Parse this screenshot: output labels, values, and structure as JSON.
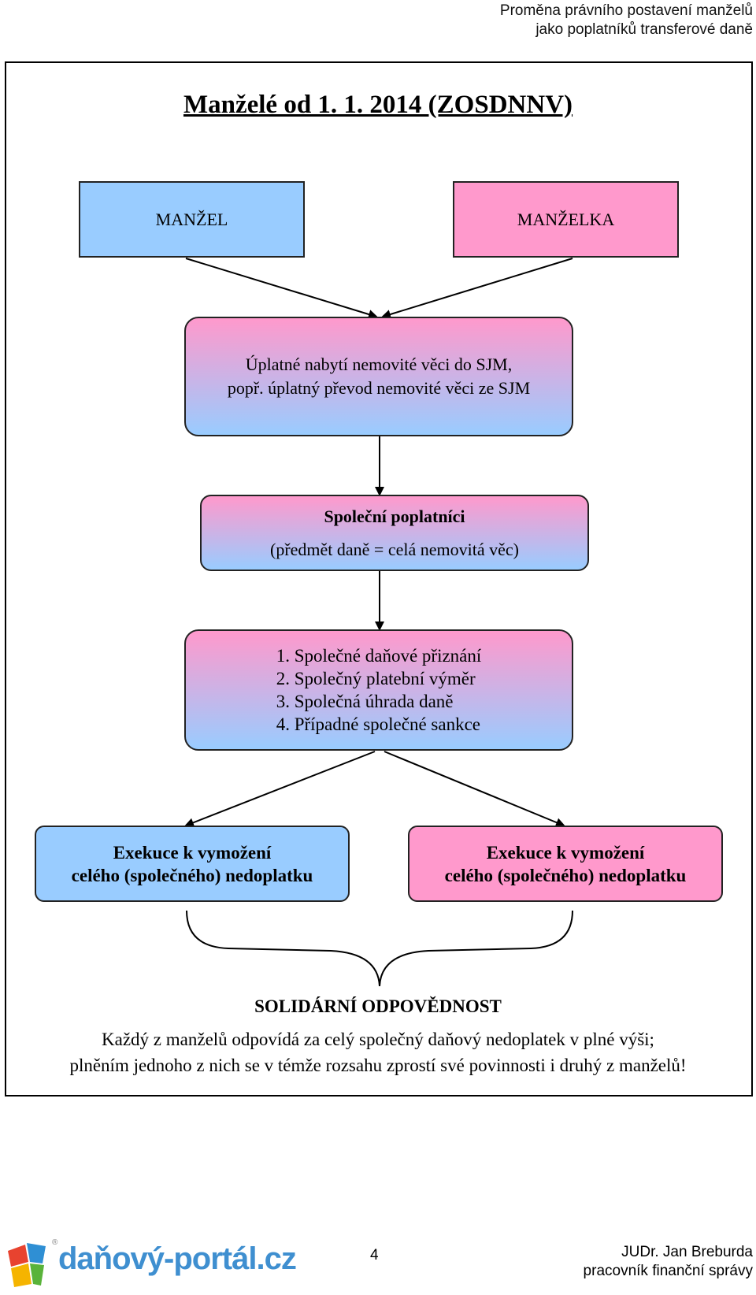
{
  "header": {
    "line1": "Proměna právního postavení manželů",
    "line2": "jako poplatníků transferové daně"
  },
  "title": "Manželé od 1. 1. 2014 (ZOSDNNV)",
  "boxes": {
    "husband": "MANŽEL",
    "wife": "MANŽELKA",
    "acquisition": {
      "line1": "Úplatné nabytí nemovité věci do SJM,",
      "line2": "popř. úplatný převod nemovité věci ze SJM"
    },
    "co_payers": {
      "title": "Společní poplatníci",
      "subtitle": "(předmět daně = celá nemovitá věc)"
    },
    "obligations": [
      "1. Společné daňové přiznání",
      "2. Společný platební výměr",
      "3. Společná úhrada daně",
      "4. Případné společné sankce"
    ],
    "execution_left": {
      "line1": "Exekuce k vymožení",
      "line2": "celého (společného) nedoplatku"
    },
    "execution_right": {
      "line1": "Exekuce k vymožení",
      "line2": "celého (společného) nedoplatku"
    }
  },
  "solidarity": {
    "title": "SOLIDÁRNÍ ODPOVĚDNOST",
    "line1": "Každý z manželů odpovídá za celý společný daňový nedoplatek v plné výši;",
    "line2": "plněním jednoho z nich se v témže rozsahu zprostí své povinnosti i druhý z manželů!"
  },
  "footer": {
    "logo_text": "daňový-portál.cz",
    "logo_reg": "®",
    "page_number": "4",
    "author": "JUDr. Jan Breburda",
    "role": "pracovník finanční správy"
  },
  "colors": {
    "blue": "#99ccff",
    "pink": "#ff99cc",
    "logo_blue": "#3f8fd0"
  }
}
